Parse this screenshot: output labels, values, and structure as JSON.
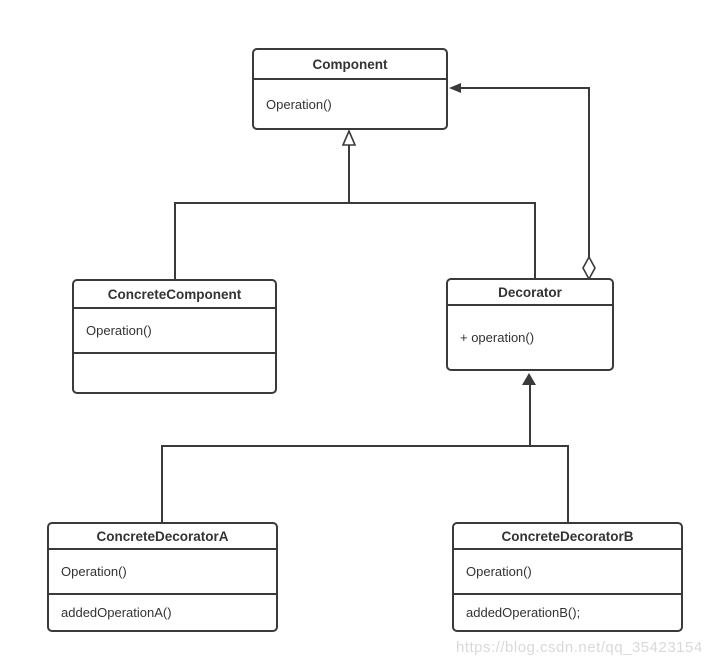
{
  "classes": {
    "component": {
      "title": "Component",
      "members": [
        "Operation()"
      ]
    },
    "concreteComponent": {
      "title": "ConcreteComponent",
      "members": [
        "Operation()",
        ""
      ]
    },
    "decorator": {
      "title": "Decorator",
      "members": [
        "+ operation()"
      ]
    },
    "concreteDecoratorA": {
      "title": "ConcreteDecoratorA",
      "members": [
        "Operation()",
        "addedOperationA()"
      ]
    },
    "concreteDecoratorB": {
      "title": "ConcreteDecoratorB",
      "members": [
        "Operation()",
        "addedOperationB();"
      ]
    }
  },
  "relationships": [
    {
      "from": "ConcreteComponent",
      "to": "Component",
      "type": "generalization"
    },
    {
      "from": "Decorator",
      "to": "Component",
      "type": "generalization"
    },
    {
      "from": "Decorator",
      "to": "Component",
      "type": "aggregation-association"
    },
    {
      "from": "ConcreteDecoratorA",
      "to": "Decorator",
      "type": "generalization"
    },
    {
      "from": "ConcreteDecoratorB",
      "to": "Decorator",
      "type": "generalization"
    }
  ],
  "watermark": {
    "text": "https://blog.csdn.net/qq_35423154"
  },
  "colors": {
    "line": "#3a3a3a",
    "text": "#333333",
    "watermark": "#d9d9d9",
    "background": "#ffffff"
  }
}
